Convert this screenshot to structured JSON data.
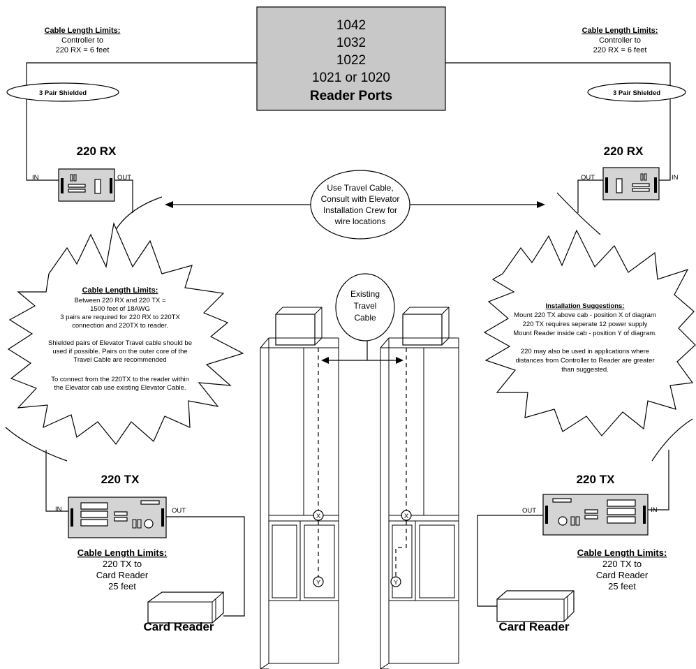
{
  "header": {
    "ports_lines": [
      "1042",
      "1032",
      "1022",
      "1021 or 1020"
    ],
    "ports_bold": "Reader Ports"
  },
  "left": {
    "limit_title": "Cable Length Limits:",
    "limit_lines": [
      "Controller to",
      "220 RX = 6 feet"
    ],
    "cable_label": "3 Pair Shielded",
    "rx_title": "220 RX",
    "rx_in": "IN",
    "rx_out": "OUT",
    "burst_title": "Cable Length Limits:",
    "burst_lines": [
      "Between 220 RX and 220 TX =",
      "1500 feet of 18AWG",
      "3 pairs are required for 220 RX to 220TX",
      "connection and 220TX to reader.",
      "",
      "Shielded pairs of Elevator Travel cable should be",
      "used if possible. Pairs on the outer core of the",
      "Travel Cable are recommended",
      "",
      "To connect from the 220TX to the reader within",
      "the Elevator cab use existing Elevator Cable."
    ],
    "tx_title": "220 TX",
    "tx_in": "IN",
    "tx_out": "OUT",
    "reader_limit_title": "Cable Length Limits:",
    "reader_limit_lines": [
      "220 TX to",
      "Card Reader",
      "25 feet"
    ],
    "reader_caption": "Card Reader"
  },
  "right": {
    "limit_title": "Cable Length Limits:",
    "limit_lines": [
      "Controller to",
      "220 RX = 6 feet"
    ],
    "cable_label": "3 Pair Shielded",
    "rx_title": "220 RX",
    "rx_in": "IN",
    "rx_out": "OUT",
    "burst_title": "Installation Suggestions:",
    "burst_lines": [
      "Mount 220 TX above cab - position X of diagram",
      "220 TX requires seperate 12 power supply",
      "Mount Reader inside cab - position Y of diagram.",
      "",
      "220 may also be used in applications where",
      "distances from Controller to Reader are greater",
      "than suggested."
    ],
    "tx_title": "220 TX",
    "tx_in": "IN",
    "tx_out": "OUT",
    "reader_limit_title": "Cable Length Limits:",
    "reader_limit_lines": [
      "220 TX to",
      "Card Reader",
      "25 feet"
    ],
    "reader_caption": "Card Reader"
  },
  "center": {
    "travel_lines": [
      "Use Travel Cable,",
      "Consult with Elevator",
      "Installation Crew for",
      "wire locations"
    ],
    "existing_lines": [
      "Existing",
      "Travel",
      "Cable"
    ],
    "pos_x": "X",
    "pos_y": "Y"
  },
  "colors": {
    "ports_box": "#c8c8c8",
    "device": "#d4d4d4"
  }
}
